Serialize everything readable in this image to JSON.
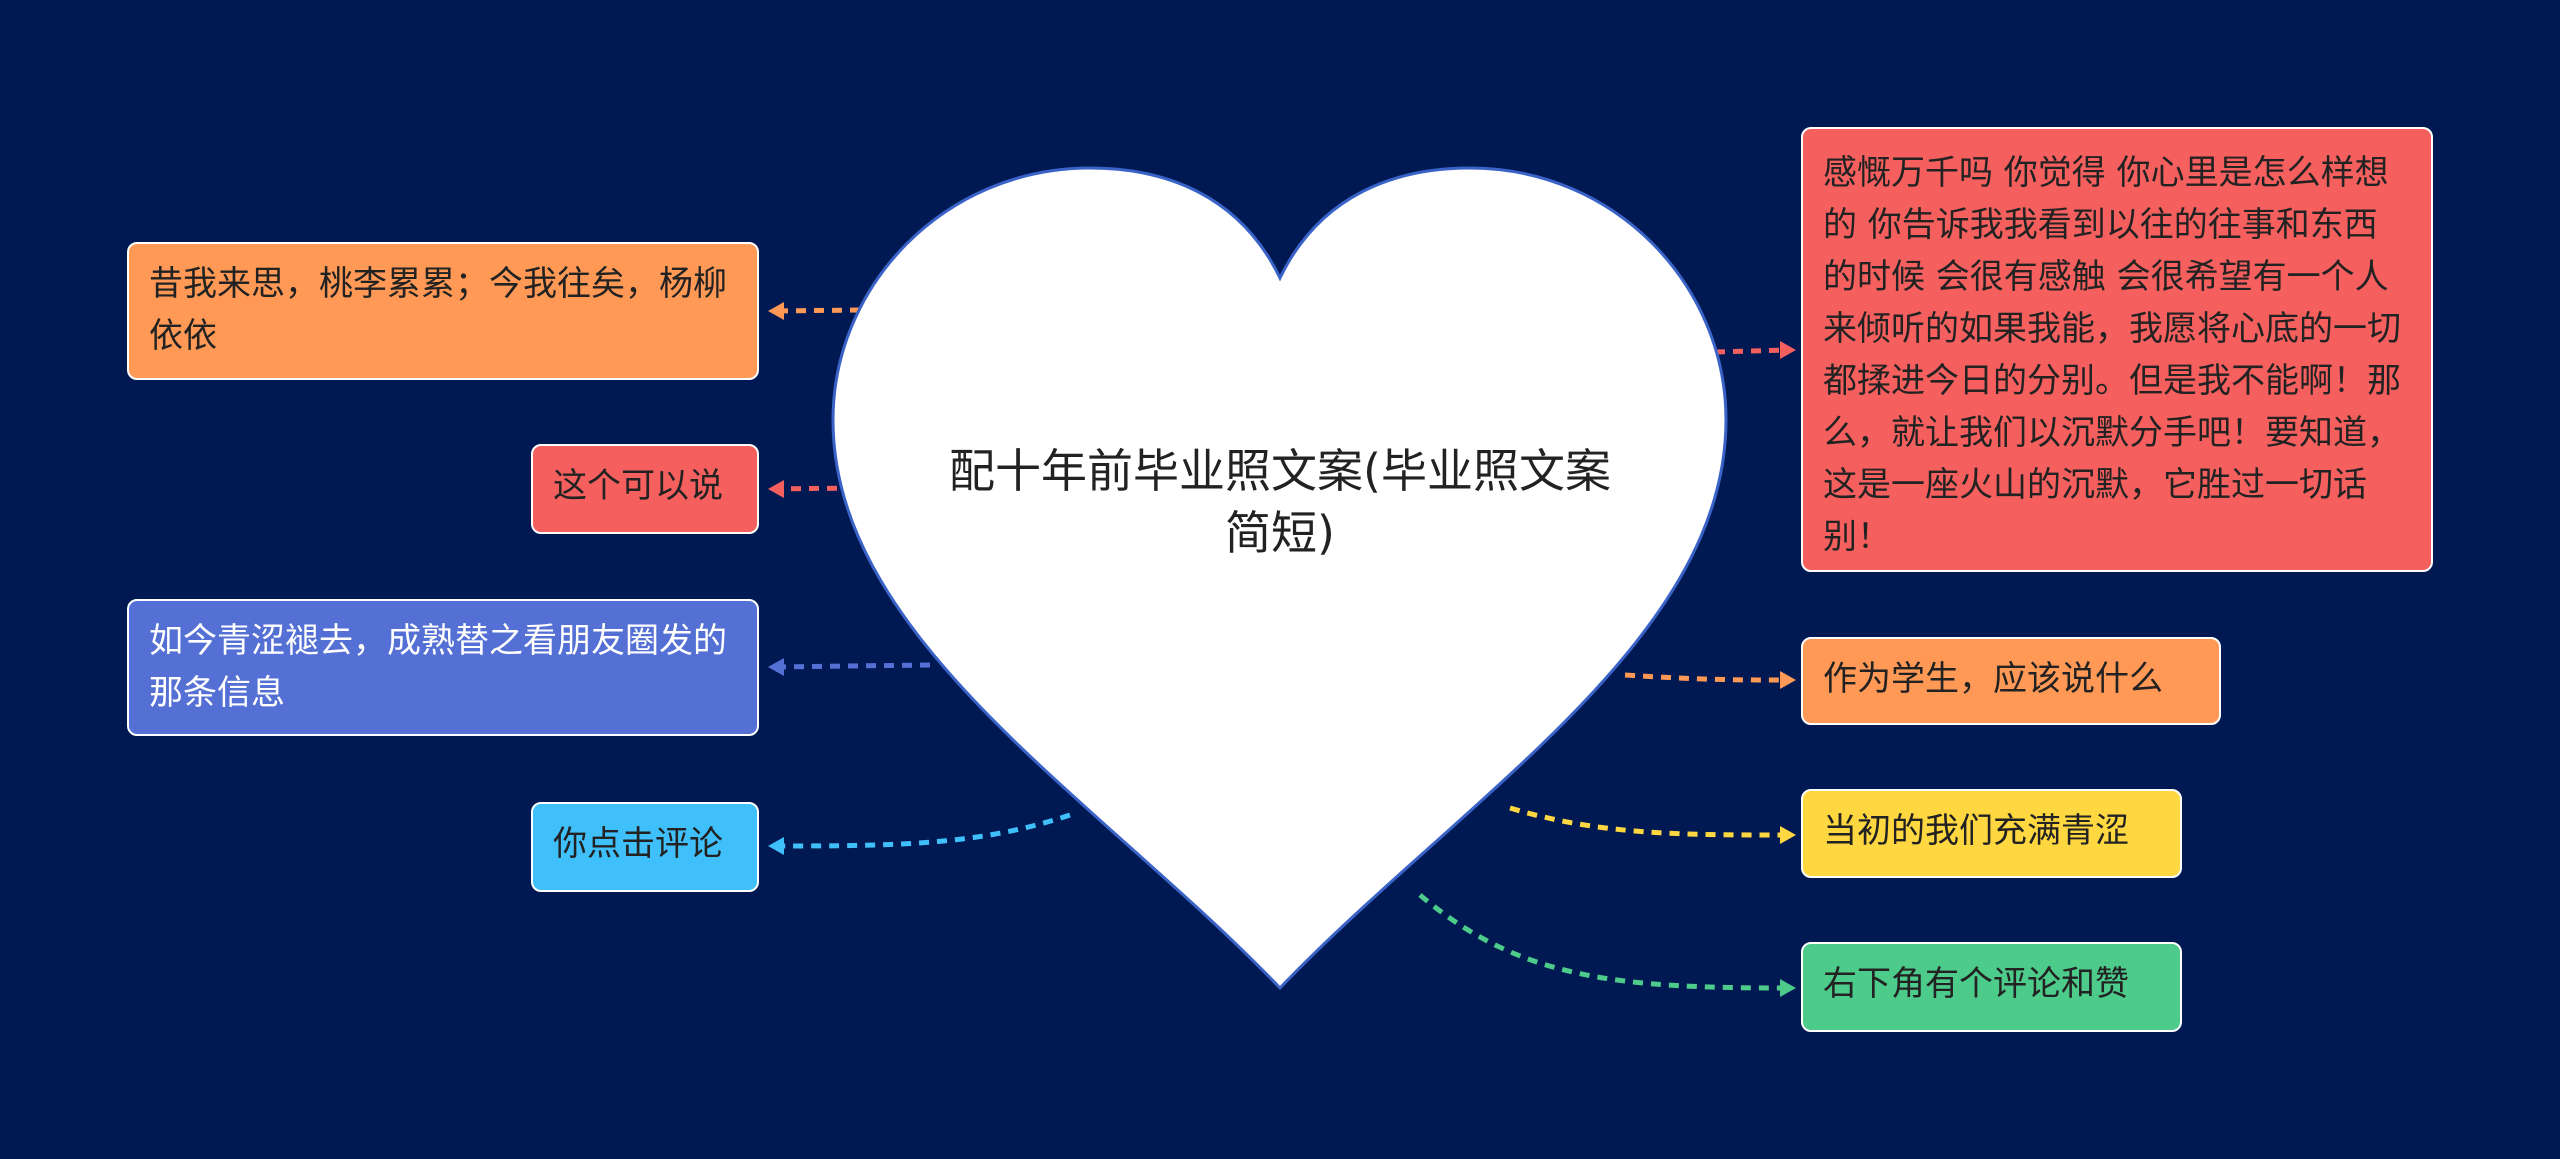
{
  "center": {
    "title": "配十年前毕业照文案(毕业照文案简短)"
  },
  "left_nodes": [
    {
      "text": "昔我来思，桃李累累；今我往矣，杨柳依依",
      "color": "#FF9955"
    },
    {
      "text": "这个可以说",
      "color": "#F5605F"
    },
    {
      "text": "如今青涩褪去，成熟替之看朋友圈发的那条信息",
      "color": "#5570D4"
    },
    {
      "text": "你点击评论",
      "color": "#3FC0FA"
    }
  ],
  "right_nodes": [
    {
      "text": "感慨万千吗  你觉得 你心里是怎么样想的  你告诉我我看到以往的往事和东西的时候 会很有感触 会很希望有一个人来倾听的如果我能，我愿将心底的一切都揉进今日的分别。但是我不能啊！那么，就让我们以沉默分手吧！要知道，这是一座火山的沉默，它胜过一切话别！",
      "color": "#F5605F"
    },
    {
      "text": "作为学生，应该说什么",
      "color": "#FF9955"
    },
    {
      "text": "当初的我们充满青涩",
      "color": "#FFD740"
    },
    {
      "text": "右下角有个评论和赞",
      "color": "#4CCB8A"
    }
  ]
}
